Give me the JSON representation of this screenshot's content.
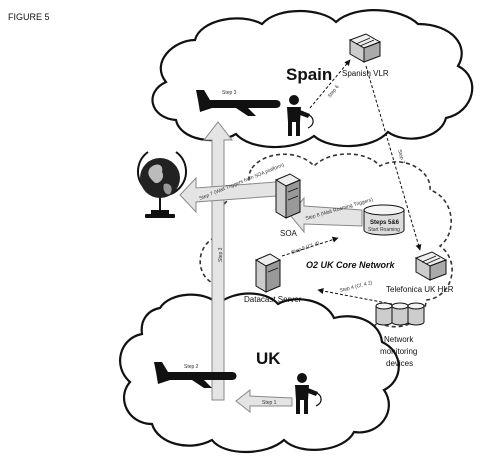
{
  "figure_label": "FIGURE 5",
  "regions": {
    "spain": "Spain",
    "uk": "UK",
    "core": "O2 UK Core Network"
  },
  "nodes": {
    "spanish_vlr": "Spanish VLR",
    "soa": "SOA",
    "datacast_server": "Datacast Server",
    "telefonica_hlr": "Telefonica UK HLR",
    "monitoring_line1": "Network",
    "monitoring_line2": "monitoring",
    "monitoring_line3": "devices",
    "database_title": "Steps 5&6",
    "database_sub": "Start Roaming"
  },
  "steps": {
    "step1": "Step 1",
    "step2": "Step 2",
    "step3": "Step 3",
    "step3_plane": "Step 3",
    "step4": "Step 4 (Cl. 4 2)",
    "step5": "Step 5 (Cl. 4)",
    "step6": "Step 6",
    "step7": "Step 7",
    "step7_text": "Step 7 (Wait Triggers from SOA platform)",
    "step8": "Step 8 (Wait Roaming Triggers)",
    "step_soa_core": "Step 4 (Cl. 4)"
  },
  "colors": {
    "line": "#111111",
    "arrow_fill": "#e4e4e4",
    "shadow": "#bdbdbd"
  }
}
